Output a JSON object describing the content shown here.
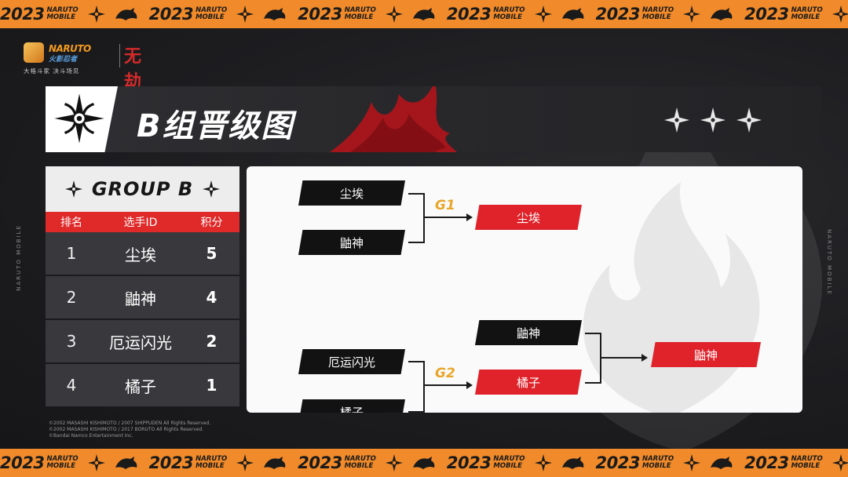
{
  "banner": {
    "year": "2023",
    "brand_line1": "NARUTO",
    "brand_line2": "MOBILE"
  },
  "side_text": "NARUTO MOBILE",
  "logo": {
    "naruto": "NARUTO",
    "subtitle": "火影忍者",
    "seal": "无劫",
    "tagline": "大格斗家  决斗场见"
  },
  "title": "B组晋级图",
  "group": {
    "heading": "GROUP B",
    "columns": [
      "排名",
      "选手ID",
      "积分"
    ],
    "rows": [
      {
        "rank": "1",
        "id": "尘埃",
        "points": "5"
      },
      {
        "rank": "2",
        "id": "鼬神",
        "points": "4"
      },
      {
        "rank": "3",
        "id": "厄运闪光",
        "points": "2"
      },
      {
        "rank": "4",
        "id": "橘子",
        "points": "1"
      }
    ]
  },
  "bracket": {
    "g1_label": "G1",
    "g2_label": "G2",
    "g1_top": "尘埃",
    "g1_bottom": "鼬神",
    "g1_winner": "尘埃",
    "g2_top": "厄运闪光",
    "g2_bottom": "橘子",
    "semi_top": "鼬神",
    "semi_bottom": "橘子",
    "champion": "鼬神"
  },
  "copyright": [
    "©2002 MASASHI KISHIMOTO / 2007 SHIPPUDEN All Rights Reserved.",
    "©2002 MASASHI KISHIMOTO / 2017 BORUTO All Rights Reserved.",
    "©Bandai Namco Entertainment Inc."
  ],
  "colors": {
    "banner_orange": "#f08a2a",
    "accent_red": "#e0222a",
    "gold": "#e8a62a"
  }
}
